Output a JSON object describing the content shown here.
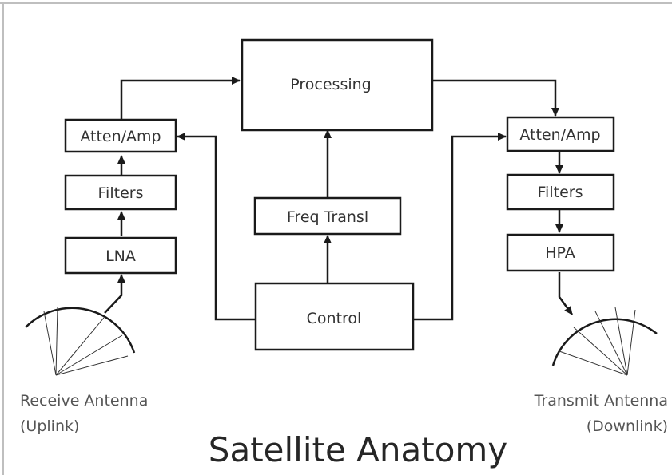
{
  "diagram": {
    "title": "Satellite Anatomy",
    "blocks": {
      "processing": "Processing",
      "atten_left": "Atten/Amp",
      "filters_left": "Filters",
      "lna": "LNA",
      "freq": "Freq Transl",
      "control": "Control",
      "atten_right": "Atten/Amp",
      "filters_right": "Filters",
      "hpa": "HPA"
    },
    "receive_antenna": {
      "line1": "Receive Antenna",
      "line2": "(Uplink)"
    },
    "transmit_antenna": {
      "line1": "Transmit Antenna",
      "line2": "(Downlink)"
    }
  }
}
